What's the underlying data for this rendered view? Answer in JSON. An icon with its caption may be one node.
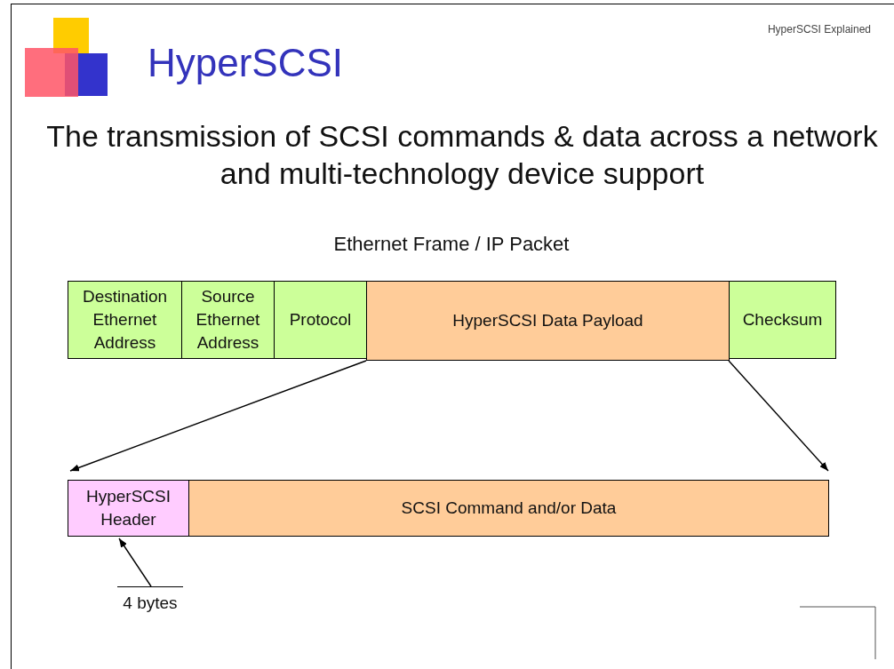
{
  "diagram": {
    "title": "HyperSCSI",
    "nodes": [
      {
        "text": [
          "Destination Ethernet Address"
        ]
      },
      {
        "text": [
          "Source Ethernet Address"
        ]
      },
      {
        "text": [
          "Protocol"
        ]
      },
      {
        "text": [
          "HyperSCSI Data Payload"
        ]
      },
      {
        "text": [
          "Checksum"
        ]
      },
      {
        "text": [
          "HyperSCSI Header"
        ]
      },
      {
        "text": [
          "SCSI Command and/or Data"
        ]
      },
      {
        "text": [
          "4 bytes"
        ]
      }
    ],
    "edges": [
      {
        "from": 3,
        "to": 5,
        "arrow": "to"
      },
      {
        "from": 3,
        "to": 6,
        "arrow": "to"
      },
      {
        "from": 7,
        "to": 5,
        "arrow": "to"
      }
    ],
    "labels": [
      "HyperSCSI Explained",
      "The transmission of SCSI commands & data across a network and multi-technology device support",
      "Ethernet Frame / IP Packet"
    ]
  }
}
